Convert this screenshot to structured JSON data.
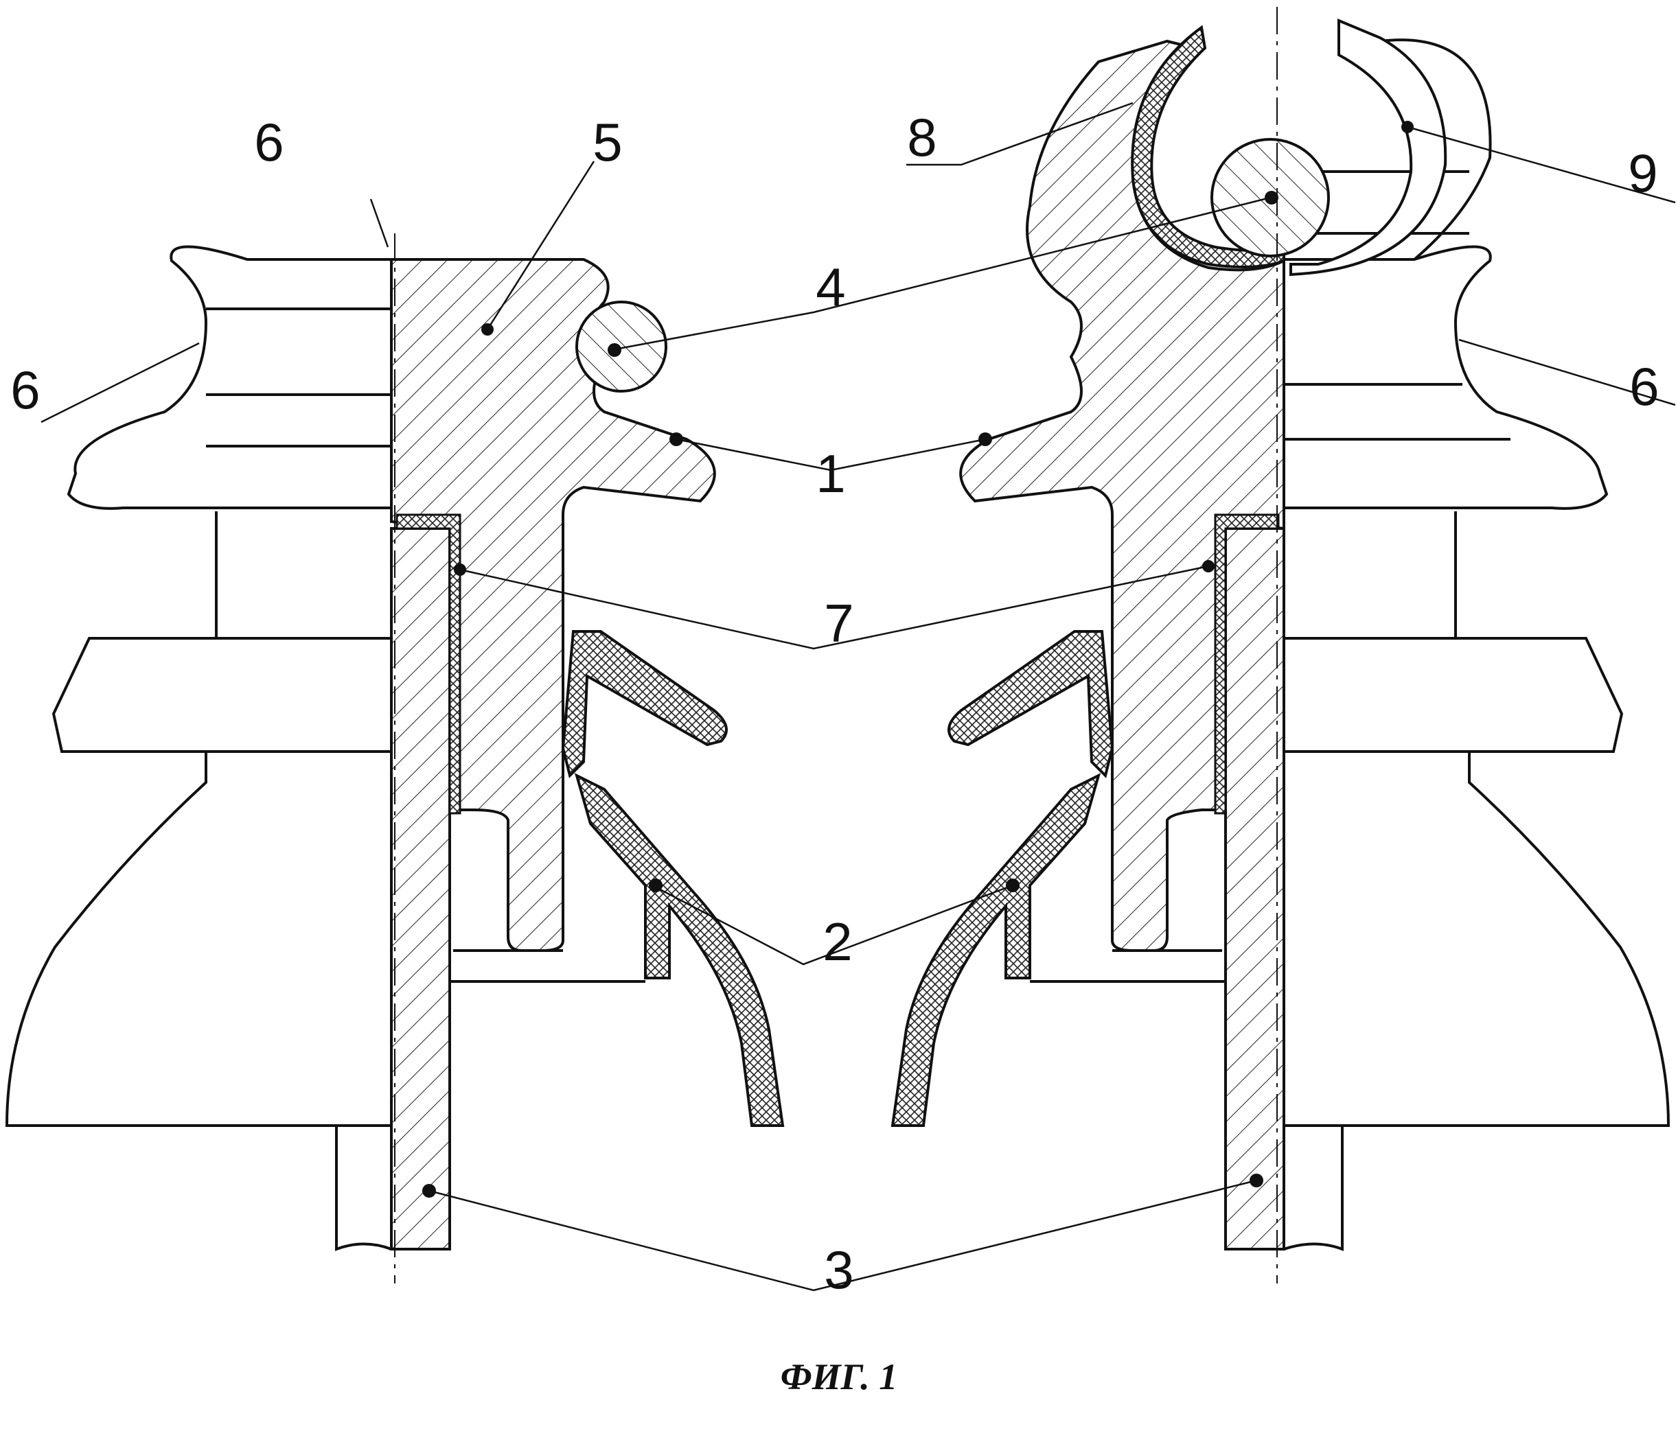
{
  "figure": {
    "caption": "ФИГ. 1"
  },
  "callouts": {
    "c1": "1",
    "c2": "2",
    "c3": "3",
    "c4": "4",
    "c5": "5",
    "c6_top": "6",
    "c6_left": "6",
    "c6_right": "6",
    "c7": "7",
    "c8": "8",
    "c9": "9"
  }
}
